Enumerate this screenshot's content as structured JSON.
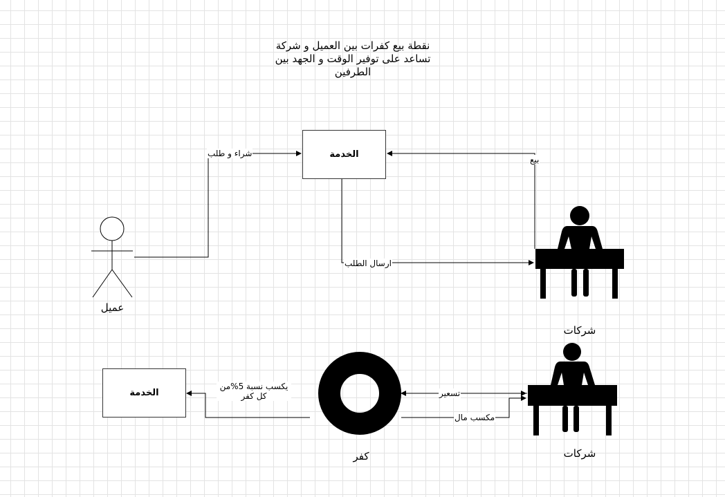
{
  "title": "نقطة بيع كفرات بين العميل و شركة تساعد على توفير الوقت و الجهد بين الطرفين",
  "nodes": {
    "service_top": "الخدمة",
    "service_bottom": "الخدمة",
    "client": "عميل",
    "companies_top": "شركات",
    "companies_bottom": "شركات",
    "tire": "كفر"
  },
  "edges": {
    "buy_request": "شراء و طلب",
    "sell": "بيع",
    "send_request": "ارسال الطلب",
    "pricing": "تسعير",
    "profit": "مكسب مال",
    "commission": "يكسب نسبة 5%من كل كفر"
  }
}
